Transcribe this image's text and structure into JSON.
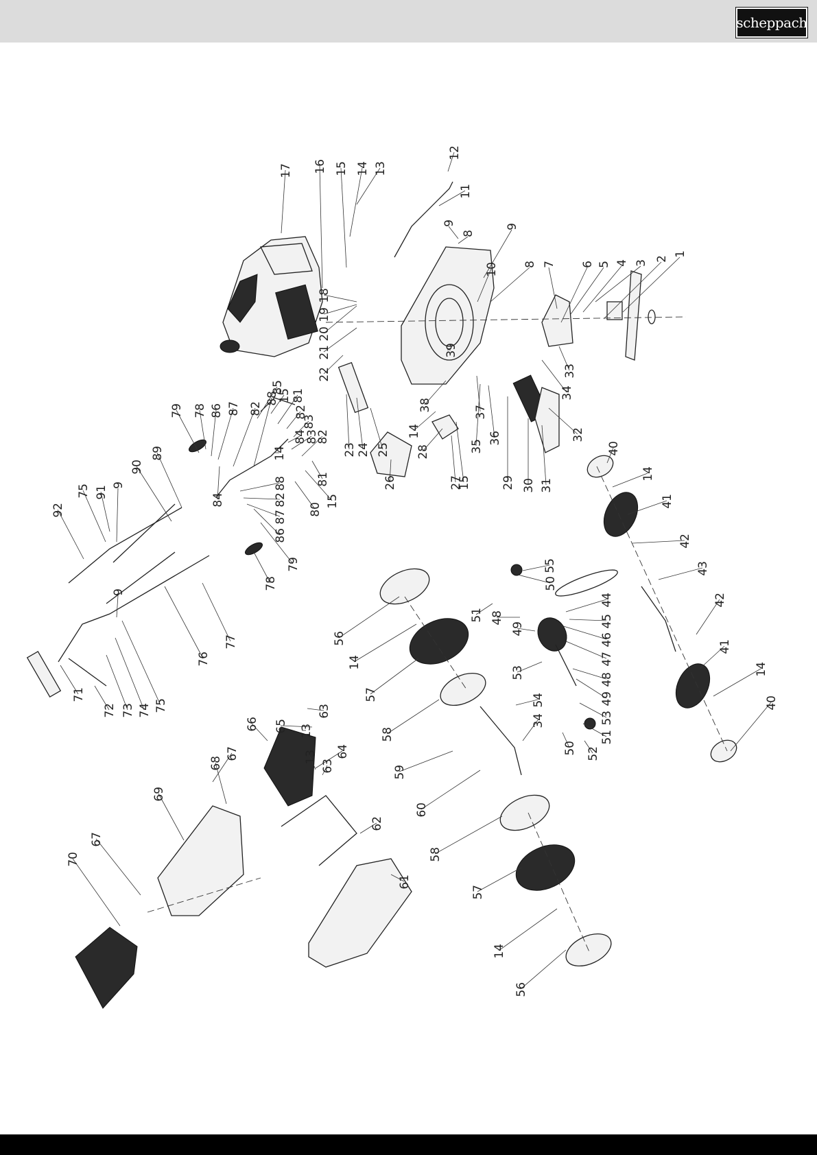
{
  "header": {
    "brand": "scheppach"
  },
  "diagram": {
    "callouts": [
      {
        "label": "1"
      },
      {
        "label": "2"
      },
      {
        "label": "3"
      },
      {
        "label": "4"
      },
      {
        "label": "5"
      },
      {
        "label": "6"
      },
      {
        "label": "7"
      },
      {
        "label": "8"
      },
      {
        "label": "9"
      },
      {
        "label": "10"
      },
      {
        "label": "8"
      },
      {
        "label": "9"
      },
      {
        "label": "11"
      },
      {
        "label": "12"
      },
      {
        "label": "13"
      },
      {
        "label": "14"
      },
      {
        "label": "15"
      },
      {
        "label": "16"
      },
      {
        "label": "17"
      },
      {
        "label": "18"
      },
      {
        "label": "19"
      },
      {
        "label": "20"
      },
      {
        "label": "21"
      },
      {
        "label": "22"
      },
      {
        "label": "23"
      },
      {
        "label": "24"
      },
      {
        "label": "25"
      },
      {
        "label": "26"
      },
      {
        "label": "27"
      },
      {
        "label": "15"
      },
      {
        "label": "28"
      },
      {
        "label": "14"
      },
      {
        "label": "29"
      },
      {
        "label": "30"
      },
      {
        "label": "31"
      },
      {
        "label": "32"
      },
      {
        "label": "33"
      },
      {
        "label": "34"
      },
      {
        "label": "35"
      },
      {
        "label": "36"
      },
      {
        "label": "37"
      },
      {
        "label": "38"
      },
      {
        "label": "39"
      },
      {
        "label": "40"
      },
      {
        "label": "14"
      },
      {
        "label": "41"
      },
      {
        "label": "42"
      },
      {
        "label": "43"
      },
      {
        "label": "42"
      },
      {
        "label": "41"
      },
      {
        "label": "14"
      },
      {
        "label": "40"
      },
      {
        "label": "44"
      },
      {
        "label": "45"
      },
      {
        "label": "46"
      },
      {
        "label": "47"
      },
      {
        "label": "48"
      },
      {
        "label": "49"
      },
      {
        "label": "53"
      },
      {
        "label": "51"
      },
      {
        "label": "55"
      },
      {
        "label": "50"
      },
      {
        "label": "49"
      },
      {
        "label": "48"
      },
      {
        "label": "53"
      },
      {
        "label": "51"
      },
      {
        "label": "50"
      },
      {
        "label": "52"
      },
      {
        "label": "54"
      },
      {
        "label": "34"
      },
      {
        "label": "56"
      },
      {
        "label": "14"
      },
      {
        "label": "57"
      },
      {
        "label": "58"
      },
      {
        "label": "59"
      },
      {
        "label": "60"
      },
      {
        "label": "58"
      },
      {
        "label": "57"
      },
      {
        "label": "14"
      },
      {
        "label": "56"
      },
      {
        "label": "61"
      },
      {
        "label": "62"
      },
      {
        "label": "63"
      },
      {
        "label": "13"
      },
      {
        "label": "64"
      },
      {
        "label": "65"
      },
      {
        "label": "66"
      },
      {
        "label": "13"
      },
      {
        "label": "63"
      },
      {
        "label": "67"
      },
      {
        "label": "68"
      },
      {
        "label": "69"
      },
      {
        "label": "67"
      },
      {
        "label": "70"
      },
      {
        "label": "71"
      },
      {
        "label": "72"
      },
      {
        "label": "73"
      },
      {
        "label": "74"
      },
      {
        "label": "75"
      },
      {
        "label": "76"
      },
      {
        "label": "77"
      },
      {
        "label": "9"
      },
      {
        "label": "75"
      },
      {
        "label": "91"
      },
      {
        "label": "9"
      },
      {
        "label": "92"
      },
      {
        "label": "90"
      },
      {
        "label": "89"
      },
      {
        "label": "79"
      },
      {
        "label": "78"
      },
      {
        "label": "86"
      },
      {
        "label": "87"
      },
      {
        "label": "82"
      },
      {
        "label": "88"
      },
      {
        "label": "85"
      },
      {
        "label": "15"
      },
      {
        "label": "81"
      },
      {
        "label": "82"
      },
      {
        "label": "83"
      },
      {
        "label": "84"
      },
      {
        "label": "83"
      },
      {
        "label": "82"
      },
      {
        "label": "14"
      },
      {
        "label": "81"
      },
      {
        "label": "15"
      },
      {
        "label": "80"
      },
      {
        "label": "88"
      },
      {
        "label": "82"
      },
      {
        "label": "87"
      },
      {
        "label": "86"
      },
      {
        "label": "84"
      },
      {
        "label": "79"
      },
      {
        "label": "78"
      }
    ]
  }
}
